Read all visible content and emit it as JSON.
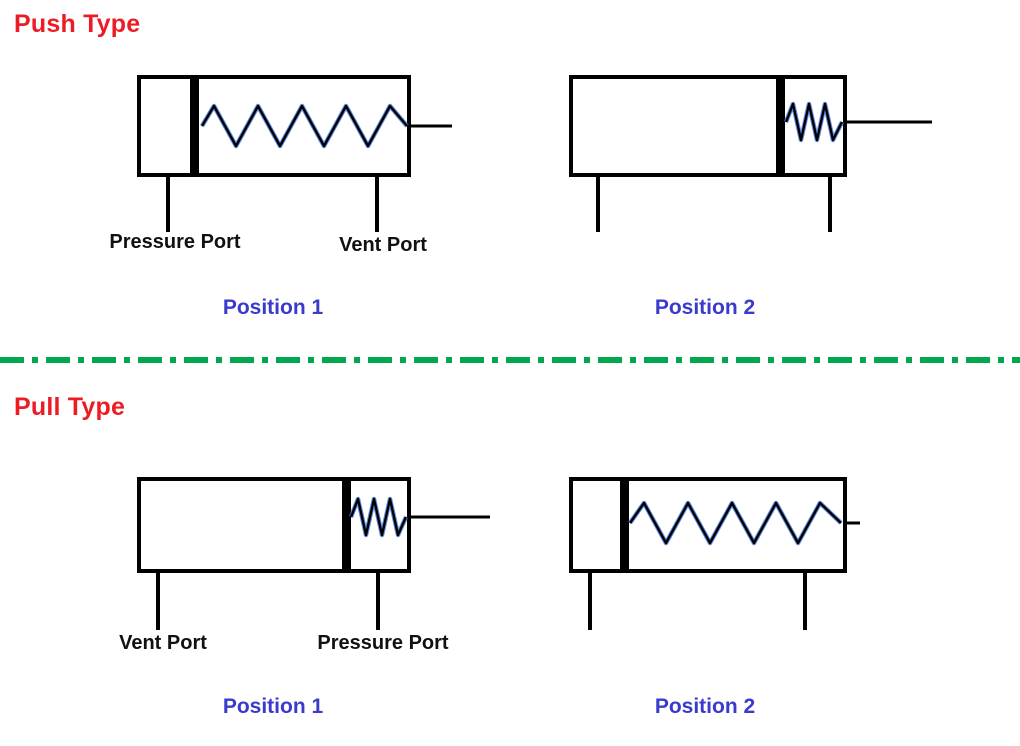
{
  "colors": {
    "type_title": "#ed1c24",
    "position_label": "#3a3acd",
    "divider": "#00a650",
    "line": "#000000",
    "spring_accent": "#3a6fd8"
  },
  "push": {
    "title": "Push Type",
    "position1": {
      "label": "Position 1",
      "port_left": "Pressure Port",
      "port_right": "Vent Port"
    },
    "position2": {
      "label": "Position 2"
    }
  },
  "pull": {
    "title": "Pull Type",
    "position1": {
      "label": "Position 1",
      "port_left": "Vent Port",
      "port_right": "Pressure Port"
    },
    "position2": {
      "label": "Position 2"
    }
  }
}
